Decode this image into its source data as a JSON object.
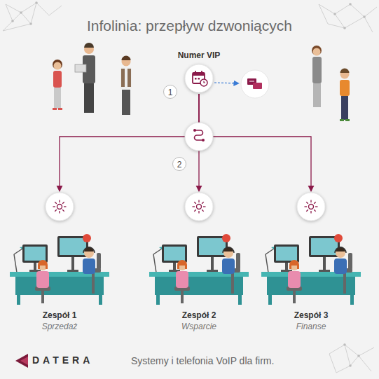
{
  "diagram": {
    "title": "Infolinia: przepływ dzwoniących",
    "nodes": [
      {
        "text": [
          "Numer VIP"
        ]
      },
      {
        "text": [
          "Zespół 1",
          "Sprzedaż"
        ]
      },
      {
        "text": [
          "Zespół 2",
          "Wsparcie"
        ]
      },
      {
        "text": [
          "Zespół 3",
          "Finanse"
        ]
      }
    ],
    "edges": [
      {
        "from": 0,
        "to": 1,
        "arrow": "to"
      },
      {
        "from": 0,
        "to": 2,
        "arrow": "to"
      },
      {
        "from": 0,
        "to": 3,
        "arrow": "to"
      }
    ],
    "labels": [
      "1",
      "2",
      "DATERA",
      "Systemy i telefonia VoIP dla firm."
    ]
  }
}
